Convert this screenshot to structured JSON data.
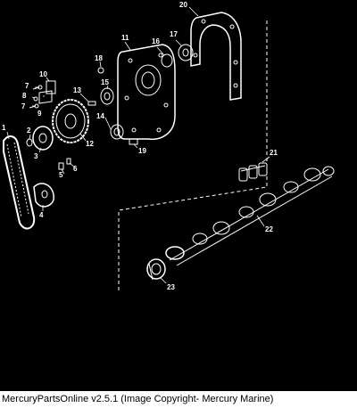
{
  "colors": {
    "background": "#000000",
    "line": "#ffffff",
    "footer_bg": "#ffffff",
    "footer_text": "#000000"
  },
  "parts": [
    {
      "num": "1"
    },
    {
      "num": "2"
    },
    {
      "num": "3"
    },
    {
      "num": "4"
    },
    {
      "num": "5"
    },
    {
      "num": "6"
    },
    {
      "num": "7"
    },
    {
      "num": "7"
    },
    {
      "num": "8"
    },
    {
      "num": "9"
    },
    {
      "num": "10"
    },
    {
      "num": "11"
    },
    {
      "num": "12"
    },
    {
      "num": "13"
    },
    {
      "num": "14"
    },
    {
      "num": "15"
    },
    {
      "num": "16"
    },
    {
      "num": "17"
    },
    {
      "num": "18"
    },
    {
      "num": "19"
    },
    {
      "num": "20"
    },
    {
      "num": "21"
    },
    {
      "num": "22"
    },
    {
      "num": "23"
    }
  ],
  "footer": {
    "text": "MercuryPartsOnline v2.5.1 (Image Copyright- Mercury Marine)"
  }
}
